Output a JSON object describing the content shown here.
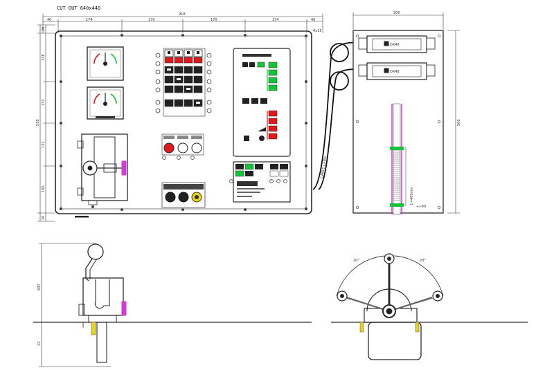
{
  "cutout_title": "CUT OUT 640x440",
  "dims": {
    "top_total": "918",
    "top_segments": [
      "174",
      "170",
      "170",
      "174"
    ],
    "top_side_left": "40",
    "top_side_right": "40",
    "top_corner": "4x15",
    "left_total": "530",
    "left_segments": [
      "138",
      "132",
      "132",
      "105"
    ],
    "left_top": "20",
    "left_bottom": "20",
    "rear_width": "200",
    "rear_height": "500",
    "side_height": "837",
    "side_below": "22",
    "arc_left": "20°",
    "arc_right": "20°"
  },
  "labels": {
    "cable_text": "CABLE L=8m",
    "lower_tag": "L=400mm",
    "lower_note": "+/-90",
    "junction_top": "DX48",
    "junction_bottom": "DX48"
  },
  "colors": {
    "line": "#2b2b2b",
    "green": "#16c43a",
    "red": "#e0191b",
    "yellow": "#e9d21a",
    "magenta": "#d33ad6",
    "gray": "#8a8a8a"
  }
}
